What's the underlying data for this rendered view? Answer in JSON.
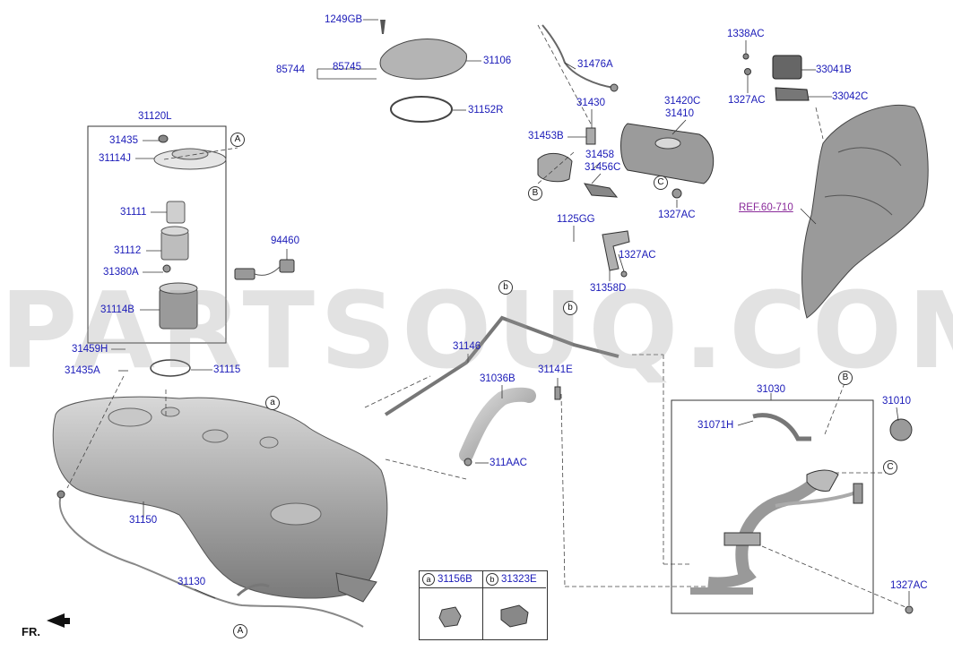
{
  "labels": {
    "l1249GB": "1249GB",
    "l31106": "31106",
    "l85744": "85744",
    "l85745": "85745",
    "l31152R": "31152R",
    "l31120L": "31120L",
    "l31435a": "31435",
    "l31114J": "31114J",
    "l31111": "31111",
    "l31112": "31112",
    "l31380A": "31380A",
    "l31114B": "31114B",
    "l31459H": "31459H",
    "l31435A": "31435A",
    "l31115": "31115",
    "l94460": "94460",
    "l31150": "31150",
    "l31130": "31130",
    "l31146": "31146",
    "l31036B": "31036B",
    "l31141E": "31141E",
    "l311AAC": "311AAC",
    "l31476A": "31476A",
    "l31430": "31430",
    "l31453B": "31453B",
    "l31458": "31458",
    "l31456C": "31456C",
    "l31420C": "31420C",
    "l31410": "31410",
    "l1327ACa": "1327AC",
    "l1125GG": "1125GG",
    "l1327ACb": "1327AC",
    "l31358D": "31358D",
    "l1338AC": "1338AC",
    "l33041B": "33041B",
    "l1327ACc": "1327AC",
    "l33042C": "33042C",
    "lREF": "REF.60-710",
    "l31030": "31030",
    "l31071H": "31071H",
    "l31010": "31010",
    "l1327ACd": "1327AC"
  },
  "callouts": {
    "A1": "A",
    "A2": "A",
    "B1": "B",
    "B2": "B",
    "C1": "C",
    "C2": "C",
    "a1": "a",
    "b1": "b",
    "b2": "b"
  },
  "legend": {
    "a_key": "a",
    "a_code": "31156B",
    "b_key": "b",
    "b_code": "31323E"
  },
  "orientation": "FR.",
  "watermark": "PARTSOUQ.COM"
}
